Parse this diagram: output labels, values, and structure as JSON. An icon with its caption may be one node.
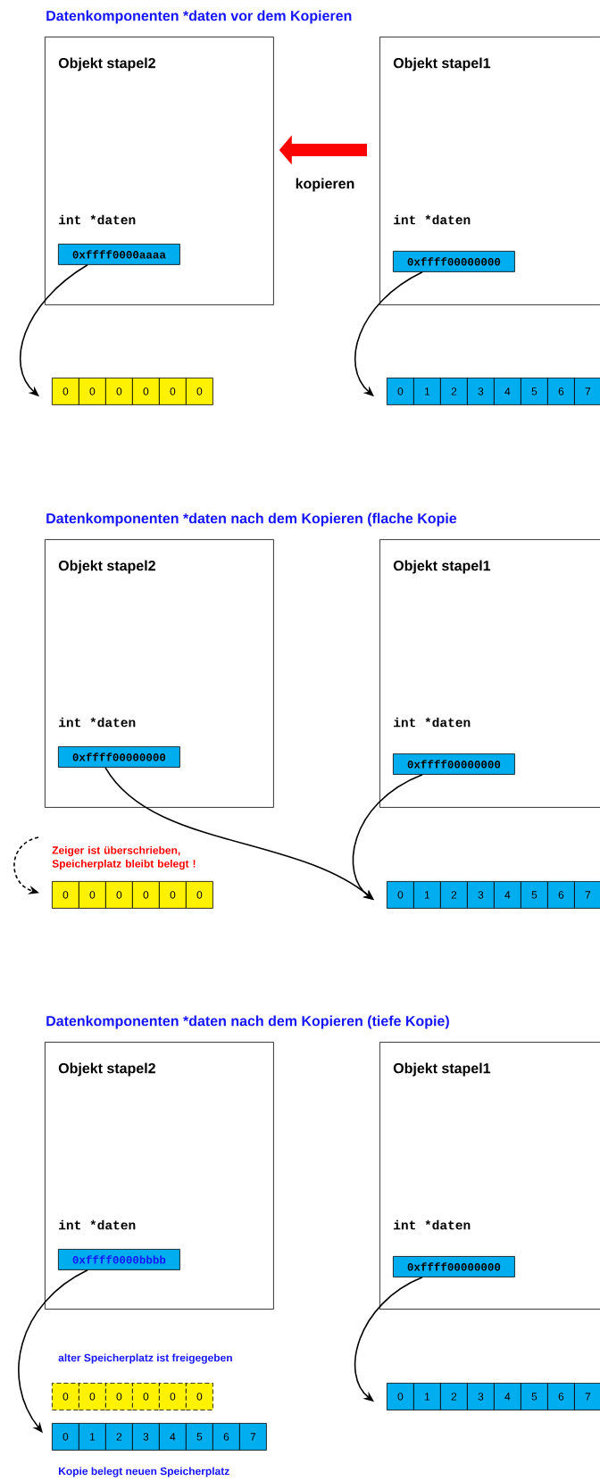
{
  "diagram": {
    "nodes": [
      {
        "text": [
          "Objekt stapel2",
          "int *daten"
        ]
      },
      {
        "text": [
          "0xffff0000aaaa"
        ],
        "in": 0
      },
      {
        "text": [
          "Objekt stapel1",
          "int *daten"
        ]
      },
      {
        "text": [
          "0xffff00000000"
        ],
        "in": 2
      },
      {
        "text": [
          "0",
          "0",
          "0",
          "0",
          "0",
          "0"
        ]
      },
      {
        "text": [
          "0",
          "1",
          "2",
          "3",
          "4",
          "5",
          "6",
          "7"
        ]
      },
      {
        "text": [
          "Objekt stapel2",
          "int *daten"
        ]
      },
      {
        "text": [
          "0xffff00000000"
        ],
        "in": 6
      },
      {
        "text": [
          "Objekt stapel1",
          "int *daten"
        ]
      },
      {
        "text": [
          "0xffff00000000"
        ],
        "in": 8
      },
      {
        "text": [
          "0",
          "0",
          "0",
          "0",
          "0",
          "0"
        ]
      },
      {
        "text": [
          "0",
          "1",
          "2",
          "3",
          "4",
          "5",
          "6",
          "7"
        ]
      },
      {
        "text": [
          "Objekt stapel2",
          "int *daten"
        ]
      },
      {
        "text": [
          "0xffff0000bbbb"
        ],
        "in": 12
      },
      {
        "text": [
          "Objekt stapel1",
          "int *daten"
        ]
      },
      {
        "text": [
          "0xffff00000000"
        ],
        "in": 14
      },
      {
        "text": [
          "0",
          "0",
          "0",
          "0",
          "0",
          "0"
        ]
      },
      {
        "text": [
          "0",
          "1",
          "2",
          "3",
          "4",
          "5",
          "6",
          "7"
        ]
      },
      {
        "text": [
          "0",
          "1",
          "2",
          "3",
          "4",
          "5",
          "6",
          "7"
        ]
      }
    ],
    "edges": [
      {
        "from": 2,
        "to": 0,
        "arrow": "to",
        "label": "kopieren",
        "style": "thick",
        "color": "#ff0000"
      },
      {
        "from": 1,
        "to": 4,
        "arrow": "to"
      },
      {
        "from": 3,
        "to": 5,
        "arrow": "to"
      },
      {
        "from": 7,
        "to": 11,
        "arrow": "to"
      },
      {
        "from": 9,
        "to": 11,
        "arrow": "to"
      },
      {
        "from": null,
        "to": 10,
        "arrow": "to",
        "style": "dashed"
      },
      {
        "from": 13,
        "to": 17,
        "arrow": "to"
      },
      {
        "from": 15,
        "to": 18,
        "arrow": "to"
      }
    ],
    "labels": [
      "Datenkomponenten *daten vor dem Kopieren",
      "Datenkomponenten *daten nach dem Kopieren (flache Kopie",
      "Zeiger ist überschrieben, Speicherplatz bleibt belegt !",
      "Datenkomponenten *daten nach dem Kopieren (tiefe Kopie)",
      "alter Speicherplatz ist freigegeben",
      "Kopie belegt neuen Speicherplatz"
    ]
  }
}
